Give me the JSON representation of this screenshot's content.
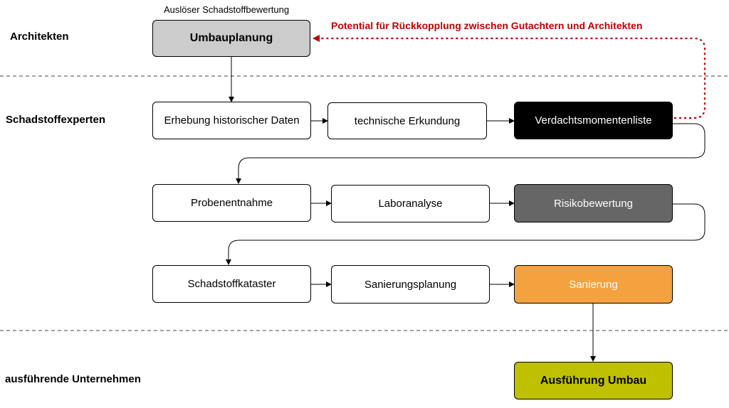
{
  "lanes": {
    "architects": "Architekten",
    "experts": "Schadstoffexperten",
    "contractors": "ausführende Unternehmen"
  },
  "trigger_note": "Auslöser Schadstoffbewertung",
  "feedback_note": "Potential für Rückkopplung zwischen Gutachtern und Architekten",
  "steps": {
    "umbauplanung": "Umbauplanung",
    "erhebung": "Erhebung historischer Daten",
    "erkundung": "technische Erkundung",
    "verdacht": "Verdachtsmomentenliste",
    "probe": "Probenentnahme",
    "labor": "Laboranalyse",
    "risiko": "Risikobewertung",
    "kataster": "Schadstoffkataster",
    "sanplan": "Sanierungsplanung",
    "sanierung": "Sanierung",
    "ausfuehrung": "Ausführung Umbau"
  },
  "colors": {
    "umbauplanung": "#cccccc",
    "verdacht": "#000000",
    "risiko": "#666666",
    "sanierung": "#f4a240",
    "ausfuehrung": "#bfc000",
    "feedback": "#c00000"
  }
}
